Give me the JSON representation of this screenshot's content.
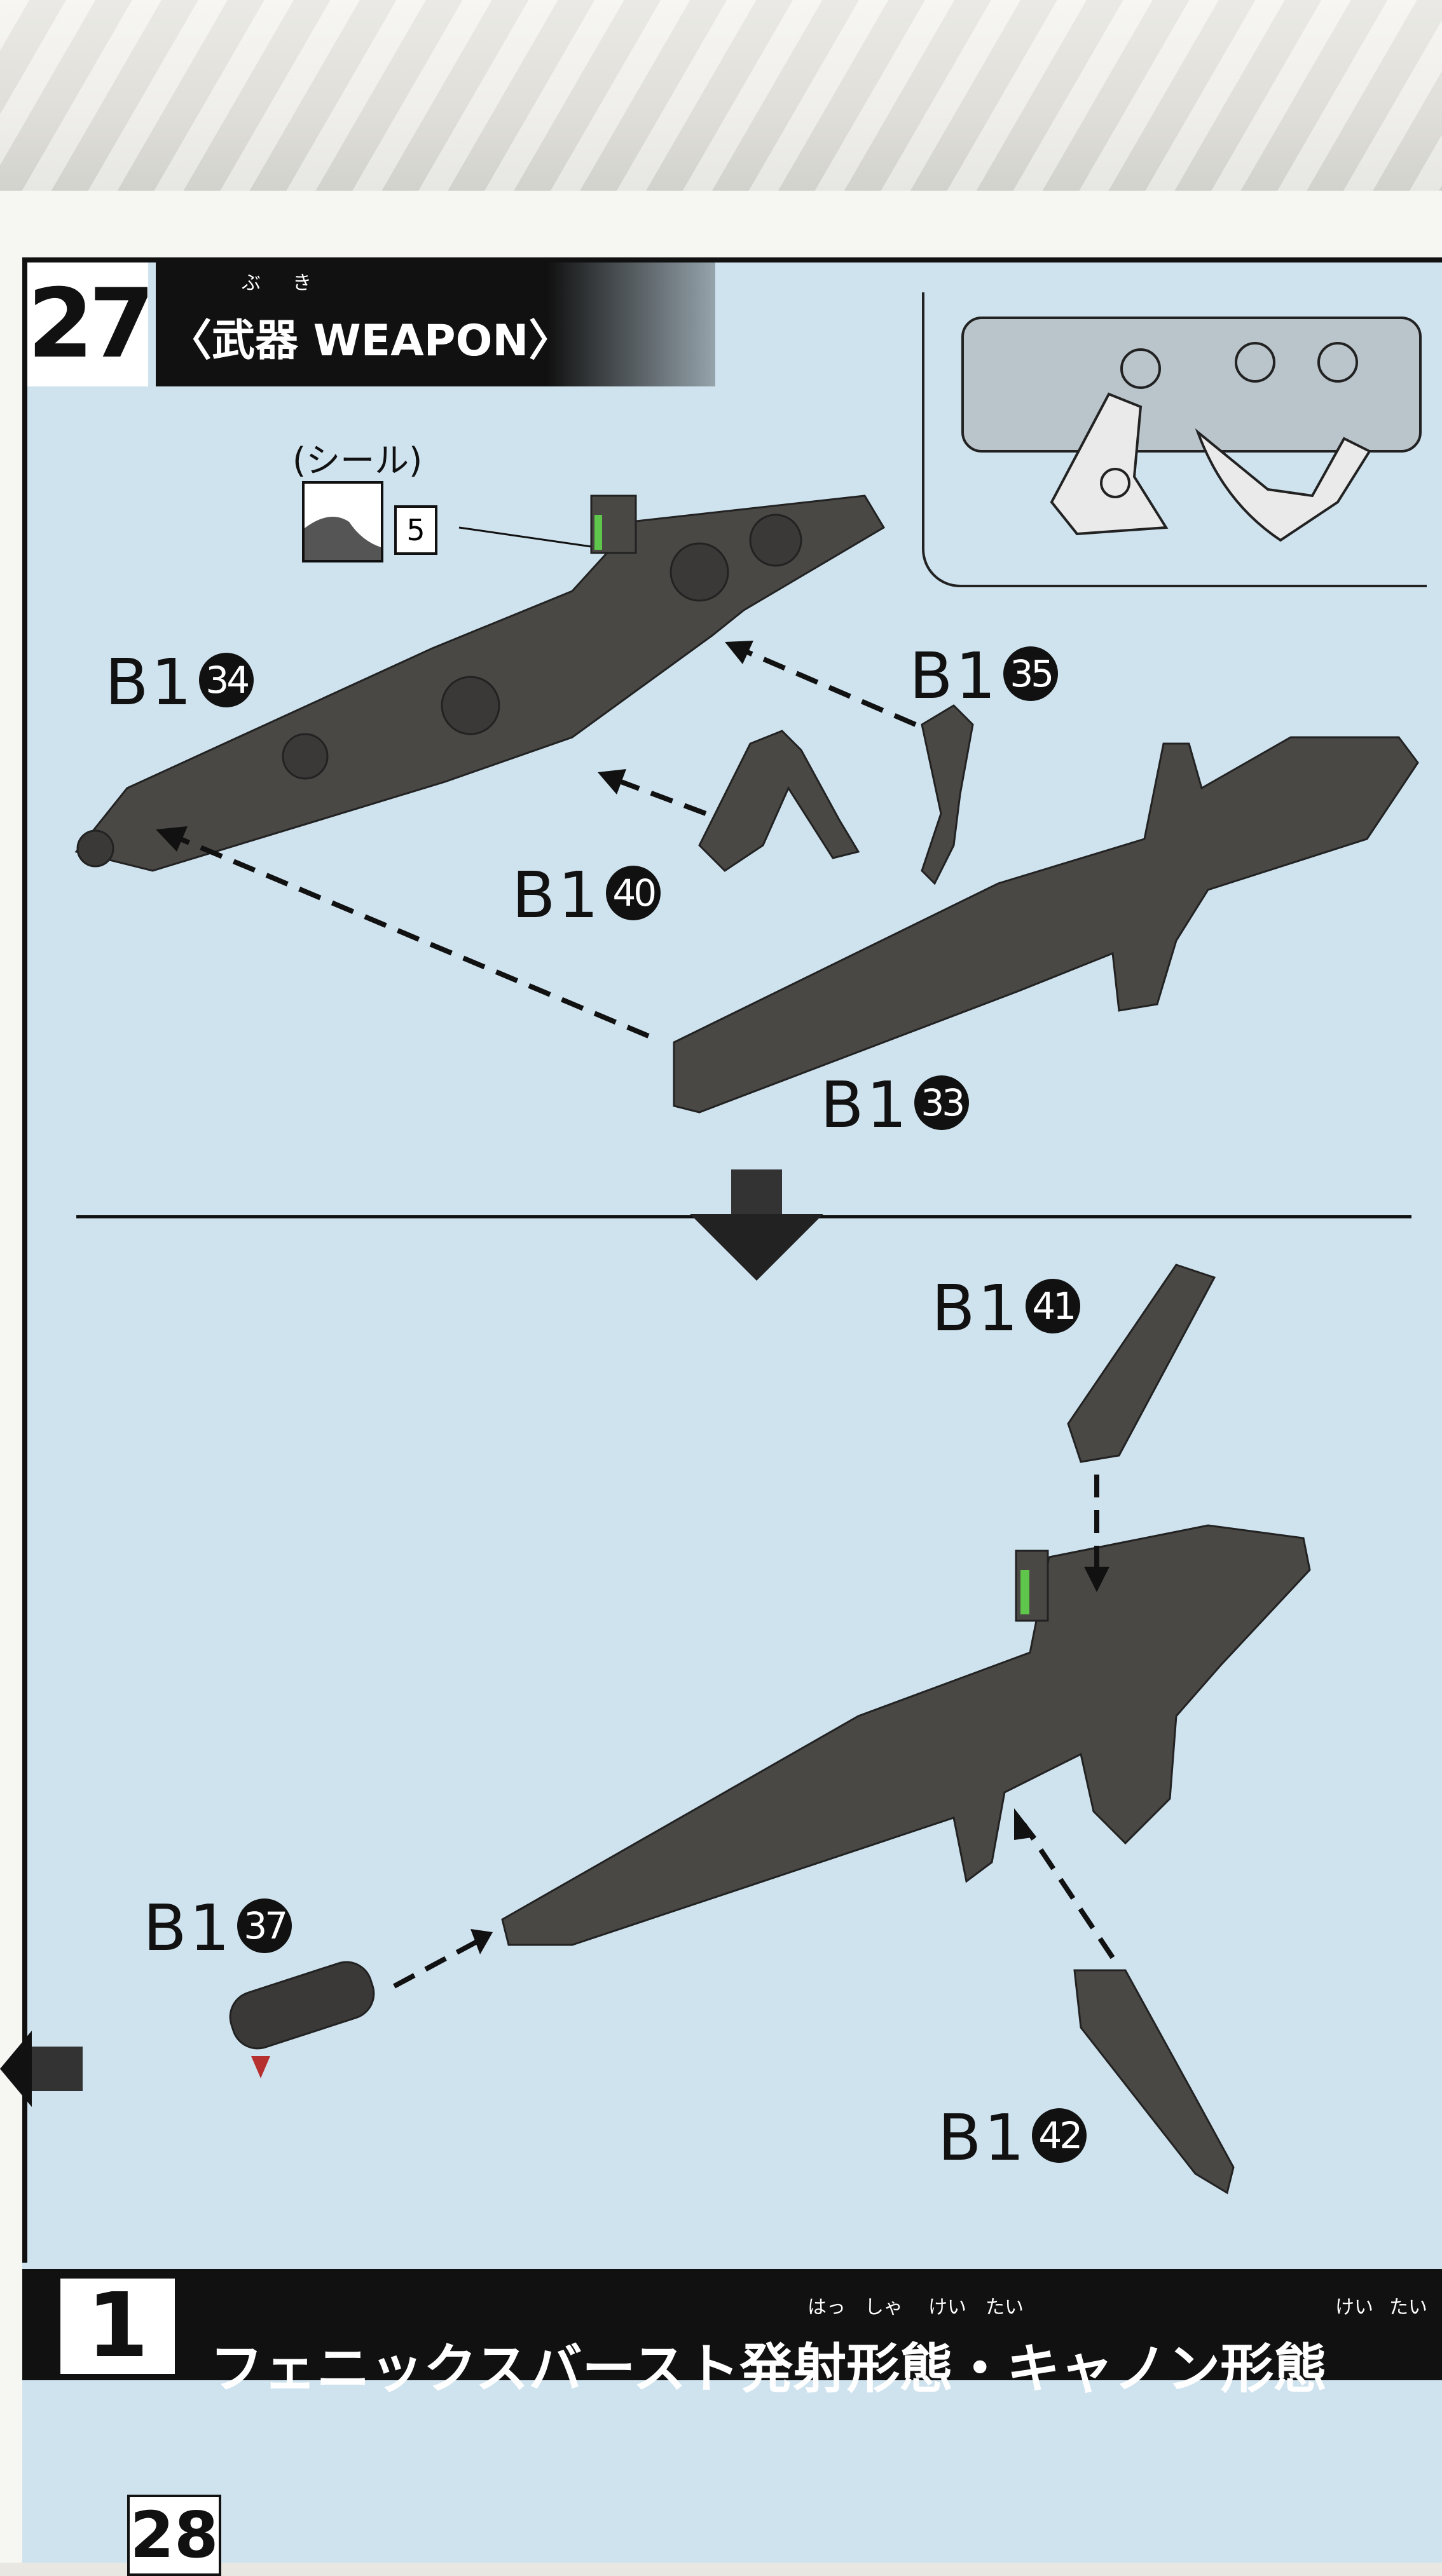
{
  "step": {
    "number": "27",
    "title": "〈武器 WEAPON〉",
    "furigana_bu": "ぶ",
    "furigana_ki": "き"
  },
  "sticker": {
    "label": "(シール)",
    "number": "5"
  },
  "parts_upper": [
    {
      "runner": "B1",
      "num": "34"
    },
    {
      "runner": "B1",
      "num": "35"
    },
    {
      "runner": "B1",
      "num": "40"
    },
    {
      "runner": "B1",
      "num": "33"
    }
  ],
  "parts_lower": [
    {
      "runner": "B1",
      "num": "41"
    },
    {
      "runner": "B1",
      "num": "37"
    },
    {
      "runner": "B1",
      "num": "42"
    }
  ],
  "next_section": {
    "number": "1",
    "title": "フェニックスバースト発射形態・キャノン形態",
    "furigana": [
      "はっ",
      "しゃ",
      "けい",
      "たい",
      "けい",
      "たい"
    ]
  },
  "next_step": {
    "number": "28"
  },
  "colors": {
    "panel_blue": "#cfe3ef",
    "part_gray": "#4a4845",
    "sticker_green": "#5fc64c"
  }
}
